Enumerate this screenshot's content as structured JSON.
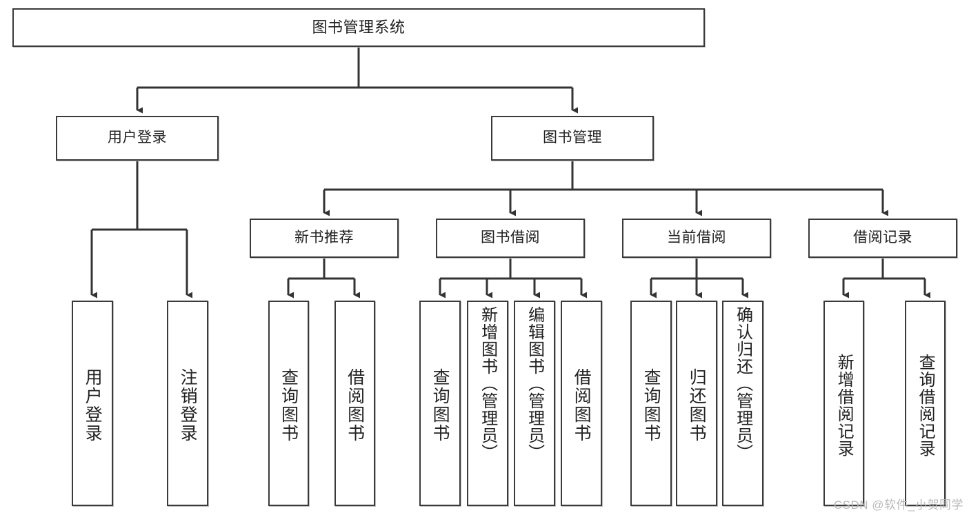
{
  "diagram": {
    "title": "图书管理系统",
    "type": "tree",
    "watermark": "CSDN @软件_小贺同学",
    "colors": {
      "box_border": "#3a3a3a",
      "box_fill": "#ffffff",
      "edge": "#333333",
      "text": "#222222",
      "watermark": "#b8b8b8"
    },
    "root": {
      "id": "root",
      "label": "图书管理系统"
    },
    "level2": [
      {
        "id": "user-login",
        "label": "用户登录"
      },
      {
        "id": "book-manage",
        "label": "图书管理"
      }
    ],
    "level3": [
      {
        "id": "new-book-rec",
        "label": "新书推荐"
      },
      {
        "id": "book-borrow",
        "label": "图书借阅"
      },
      {
        "id": "current-borrow",
        "label": "当前借阅"
      },
      {
        "id": "borrow-record",
        "label": "借阅记录"
      }
    ],
    "leaves": {
      "user-login": [
        {
          "id": "leaf-user-login",
          "label": "用户登录"
        },
        {
          "id": "leaf-logout",
          "label": "注销登录"
        }
      ],
      "new-book-rec": [
        {
          "id": "leaf-query-book-1",
          "label": "查询图书"
        },
        {
          "id": "leaf-borrow-book-1",
          "label": "借阅图书"
        }
      ],
      "book-borrow": [
        {
          "id": "leaf-query-book-2",
          "label": "查询图书"
        },
        {
          "id": "leaf-add-book",
          "label": "新增图书（管理员）"
        },
        {
          "id": "leaf-edit-book",
          "label": "编辑图书（管理员）"
        },
        {
          "id": "leaf-borrow-book-2",
          "label": "借阅图书"
        }
      ],
      "current-borrow": [
        {
          "id": "leaf-query-book-3",
          "label": "查询图书"
        },
        {
          "id": "leaf-return-book",
          "label": "归还图书"
        },
        {
          "id": "leaf-confirm-return",
          "label": "确认归还（管理员）"
        }
      ],
      "borrow-record": [
        {
          "id": "leaf-add-record",
          "label": "新增借阅记录"
        },
        {
          "id": "leaf-query-record",
          "label": "查询借阅记录"
        }
      ]
    }
  }
}
